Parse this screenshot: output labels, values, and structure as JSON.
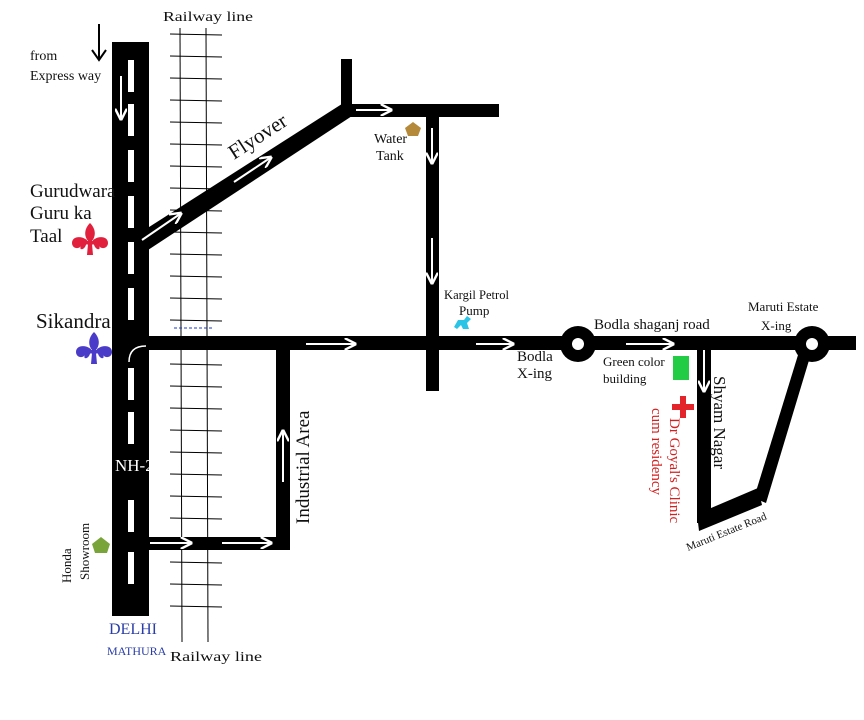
{
  "labels": {
    "from_express": [
      "from",
      "Express way"
    ],
    "railway_top": "Railway line",
    "railway_bottom": "Railway line",
    "flyover": "Flyover",
    "water_tank": [
      "Water",
      "Tank"
    ],
    "gurudwara": [
      "Gurudwara",
      "Guru ka",
      "Taal"
    ],
    "sikandra": "Sikandra",
    "kargil": [
      "Kargil Petrol",
      "Pump"
    ],
    "bodla_shaganj": "Bodla shaganj road",
    "maruti_estate_xing": [
      "Maruti Estate",
      "X-ing"
    ],
    "bodla_xing": [
      "Bodla",
      "X-ing"
    ],
    "green_building": [
      "Green color",
      "building"
    ],
    "industrial_area": "Industrial Area",
    "shyam_nagar": "Shyam Nagar",
    "clinic": [
      "Dr Goyal's Clinic",
      "cum residency"
    ],
    "nh2": "NH-2",
    "honda": [
      "Honda",
      "Showroom"
    ],
    "delhi": "DELHI",
    "mathura": "MATHURA",
    "maruti_estate_road": "Maruti Estate Road"
  },
  "colors": {
    "road": "#000000",
    "gurudwara_icon": "#e0203c",
    "sikandra_icon": "#4a3bc8",
    "water_tank_icon": "#b5893a",
    "petrol_pump_icon": "#29c4e6",
    "green_building_icon": "#22cc44",
    "clinic_cross": "#e3242b",
    "clinic_text": "#d42020",
    "honda_icon": "#79a43a",
    "delhi_text": "#2a3ea8"
  },
  "icons": {
    "gurudwara": "fleur-de-lis-icon",
    "sikandra": "fleur-de-lis-icon",
    "water_tank": "pentagon-icon",
    "petrol_pump": "fuel-pump-icon",
    "green_building": "building-icon",
    "clinic": "red-cross-icon",
    "honda": "pentagon-icon"
  }
}
